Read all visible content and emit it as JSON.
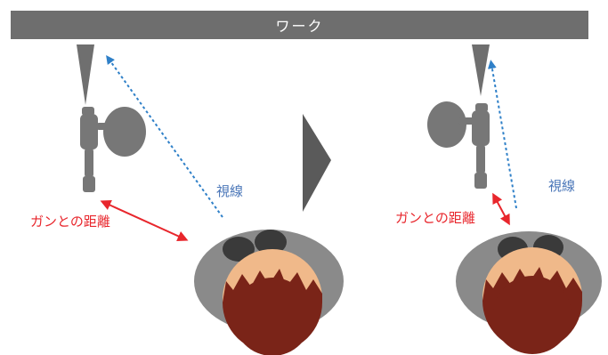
{
  "work_label": "ワーク",
  "before": {
    "distance_label": "ガンとの距離",
    "gaze_label": "視線"
  },
  "after": {
    "distance_label": "ガンとの距離",
    "gaze_label": "視線"
  },
  "colors": {
    "bar": "#6e6e6e",
    "tool": "#777777",
    "gaze_arrow": "#2f80c8",
    "distance_arrow": "#e8262c",
    "gaze_text": "#4a76b8",
    "distance_text": "#e8262c",
    "hair": "#7a2418",
    "scalp": "#f0b98a",
    "shoulders": "#8a8a8a",
    "hands": "#3a3a3a"
  }
}
